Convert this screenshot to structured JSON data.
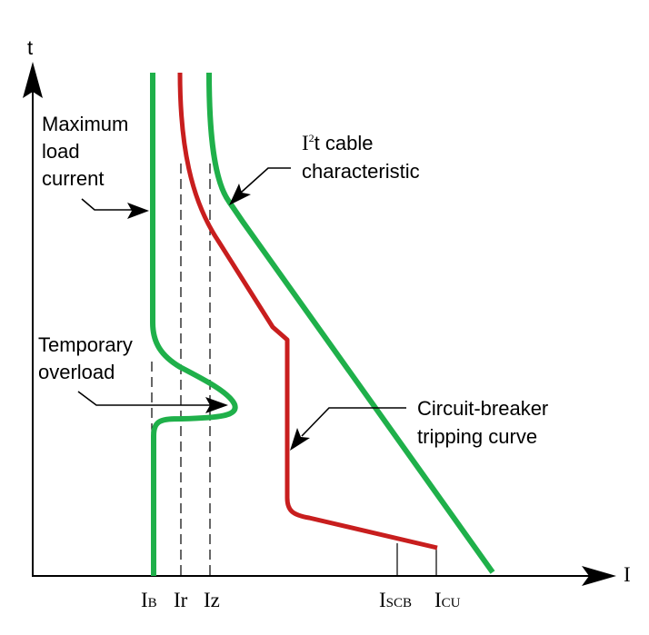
{
  "axes": {
    "y_label": "t",
    "x_label": "I"
  },
  "curves": {
    "load_current_color": "#1fb04a",
    "breaker_color": "#c81e1e",
    "cable_color": "#1fb04a"
  },
  "annotations": {
    "max_load": [
      "Maximum",
      "load",
      "current"
    ],
    "temp_overload": [
      "Temporary",
      "overload"
    ],
    "cable_char": {
      "prefix": "I",
      "sup": "2",
      "suffix": "t cable",
      "line2": "characteristic"
    },
    "breaker": [
      "Circuit-breaker",
      "tripping curve"
    ]
  },
  "x_ticks": {
    "ib": {
      "main": "I",
      "sub": "B"
    },
    "ir": "Ir",
    "iz": "Iz",
    "iscb": {
      "main": "I",
      "sub": "SCB"
    },
    "icu": {
      "main": "I",
      "sub": "CU"
    }
  }
}
